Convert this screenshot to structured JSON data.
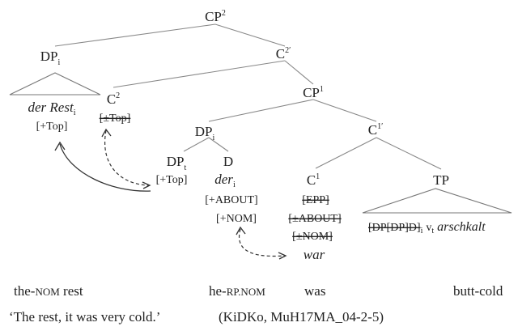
{
  "nodes": {
    "cp2": {
      "label": "CP",
      "sup": "2"
    },
    "dp_top": {
      "label": "DP",
      "sub": "i"
    },
    "der_rest": {
      "word": "der Rest",
      "sub": "i"
    },
    "der_rest_feat": "[+Top]",
    "c2bar": {
      "label": "C",
      "sup": "2′"
    },
    "c2": {
      "label": "C",
      "sup": "2"
    },
    "c2_feat": "[±Top]",
    "cp1": {
      "label": "CP",
      "sup": "1"
    },
    "dp_i": {
      "label": "DP",
      "sub": "i"
    },
    "c1bar": {
      "label": "C",
      "sup": "1′"
    },
    "dp_t": {
      "label": "DP",
      "sub": "t"
    },
    "dp_t_feat": "[+Top]",
    "d": {
      "label": "D"
    },
    "der_i": {
      "word": "der",
      "sub": "i"
    },
    "d_feat1": "[+ABOUT]",
    "d_feat2": "[+NOM]",
    "c1": {
      "label": "C",
      "sup": "1"
    },
    "c1_feat1": "[EPP]",
    "c1_feat2": "[±ABOUT]",
    "c1_feat3": "[±NOM]",
    "war": "war",
    "tp": {
      "label": "TP"
    },
    "tp_trace": "[DP[DP]D]",
    "tp_trace_sub": "i",
    "tp_v": "v",
    "tp_v_sub": "t",
    "tp_word": "arschkalt"
  },
  "gloss": {
    "g1": "the-",
    "g1_sc": "NOM",
    "g1_rest": " rest",
    "g2": "he-",
    "g2_sc": "RP.NOM",
    "g3": "was",
    "g4": "butt-cold"
  },
  "translation": "‘The rest, it was very cold.’",
  "source": "(KiDKo, MuH17MA_04-2-5)"
}
